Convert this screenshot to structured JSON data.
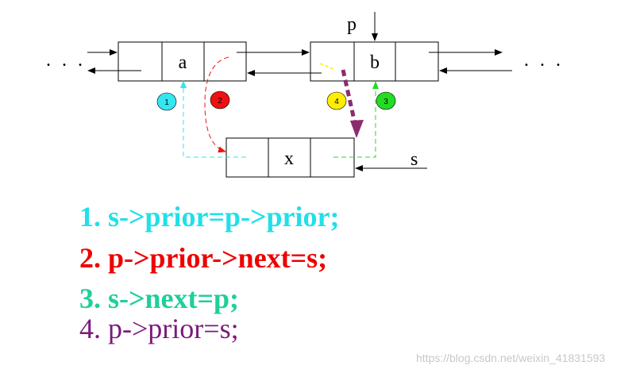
{
  "nodes": {
    "a": "a",
    "b": "b",
    "x": "x"
  },
  "pointers": {
    "p": "p",
    "s": "s"
  },
  "ellipsis": {
    "left": ". . .",
    "right": ". . ."
  },
  "badges": [
    {
      "num": "1",
      "color": "#33e6f0"
    },
    {
      "num": "2",
      "color": "#ee1111"
    },
    {
      "num": "4",
      "color": "#ffee00"
    },
    {
      "num": "3",
      "color": "#22dd22"
    }
  ],
  "colors": {
    "step1": "#33e6f0",
    "step2": "#ee1111",
    "step3": "#22dd22",
    "step4": "#8b2c6e",
    "code1": "#20e0e8",
    "code2": "#ee0000",
    "code3": "#1fcf9a",
    "code4": "#7a1a7a"
  },
  "code": {
    "line1": "1. s->prior=p->prior;",
    "line2": "2. p->prior->next=s;",
    "line3": "3. s->next=p;",
    "line4": "4. p->prior=s;"
  },
  "watermark": "https://blog.csdn.net/weixin_41831593"
}
